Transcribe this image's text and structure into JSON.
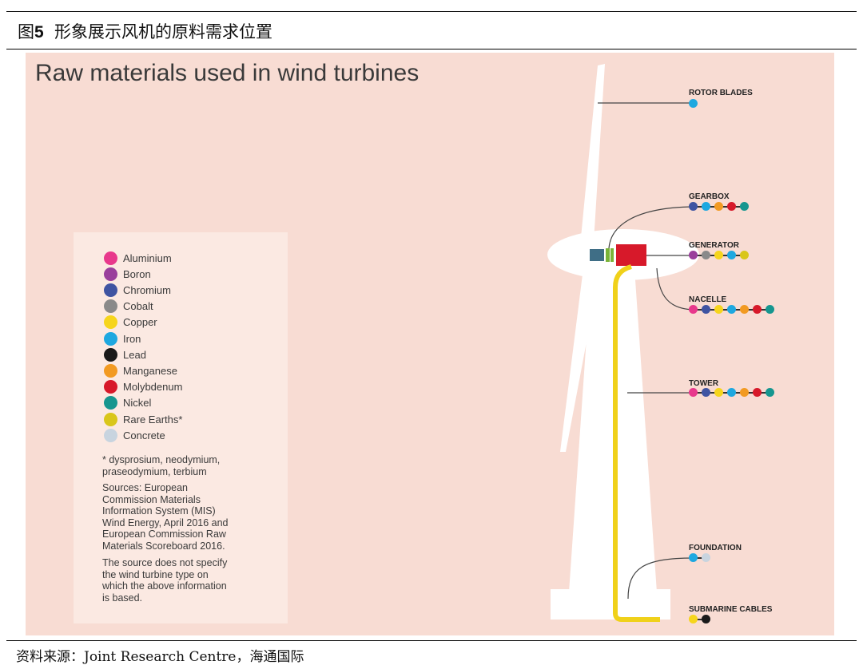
{
  "figure": {
    "title_prefix": "图",
    "title_number": "5",
    "title_text": "形象展示风机的原料需求位置"
  },
  "diagram_title": "Raw materials used in wind turbines",
  "materials": [
    {
      "name": "Aluminium",
      "color": "#e8388c"
    },
    {
      "name": "Boron",
      "color": "#9a3f9c"
    },
    {
      "name": "Chromium",
      "color": "#3f54a2"
    },
    {
      "name": "Cobalt",
      "color": "#8a8a8a"
    },
    {
      "name": "Copper",
      "color": "#f6d51c"
    },
    {
      "name": "Iron",
      "color": "#1ea8e0"
    },
    {
      "name": "Lead",
      "color": "#1a1a1a"
    },
    {
      "name": "Manganese",
      "color": "#f29a22"
    },
    {
      "name": "Molybdenum",
      "color": "#d7192a"
    },
    {
      "name": "Nickel",
      "color": "#16968f"
    },
    {
      "name": "Rare Earths*",
      "color": "#d9c61a"
    },
    {
      "name": "Concrete",
      "color": "#c8d4df"
    }
  ],
  "notes": {
    "footnote": "* dysprosium, neodymium,\n   praseodymium, terbium",
    "sources": "Sources: European\nCommission Materials\nInformation System (MIS)\nWind Energy, April 2016 and\nEuropean Commission Raw\nMaterials Scoreboard 2016.",
    "disclaimer": "The source does not specify\nthe wind turbine type on\nwhich the above information\nis based."
  },
  "components": [
    {
      "name": "ROTOR BLADES",
      "materials": [
        "Iron"
      ]
    },
    {
      "name": "GEARBOX",
      "materials": [
        "Chromium",
        "Iron",
        "Manganese",
        "Molybdenum",
        "Nickel"
      ]
    },
    {
      "name": "GENERATOR",
      "materials": [
        "Boron",
        "Cobalt",
        "Copper",
        "Iron",
        "Rare Earths*"
      ]
    },
    {
      "name": "NACELLE",
      "materials": [
        "Aluminium",
        "Chromium",
        "Copper",
        "Iron",
        "Manganese",
        "Molybdenum",
        "Nickel"
      ]
    },
    {
      "name": "TOWER",
      "materials": [
        "Aluminium",
        "Chromium",
        "Copper",
        "Iron",
        "Manganese",
        "Molybdenum",
        "Nickel"
      ]
    },
    {
      "name": "FOUNDATION",
      "materials": [
        "Iron",
        "Concrete"
      ]
    },
    {
      "name": "SUBMARINE CABLES",
      "materials": [
        "Copper",
        "Lead"
      ]
    }
  ],
  "source_line": "资料来源：Joint Research Centre，海通国际"
}
